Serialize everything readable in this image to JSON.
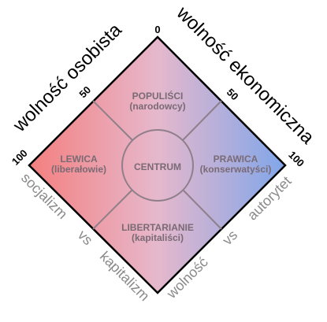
{
  "axes": {
    "personal": "wolność osobista",
    "economic": "wolność ekonomiczna"
  },
  "ticks": {
    "top": "0",
    "left_mid": "50",
    "right_mid": "50",
    "left_end": "100",
    "right_end": "100"
  },
  "regions": {
    "top": {
      "title": "POPULIŚCI",
      "subtitle": "(narodowcy)"
    },
    "left": {
      "title": "LEWICA",
      "subtitle": "(liberałowie)"
    },
    "right": {
      "title": "PRAWICA",
      "subtitle": "(konserwatyści)"
    },
    "bottom": {
      "title": "LIBERTARIANIE",
      "subtitle": "(kapitaliści)"
    },
    "center": {
      "title": "CENTRUM"
    }
  },
  "opposites": {
    "left": {
      "a": "socjalizm",
      "vs": "vs",
      "b": "kapitalizm"
    },
    "right": {
      "a": "wolność",
      "vs": "vs",
      "b": "autorytet"
    }
  },
  "colors": {
    "left": "#f47f7f",
    "middle": "#e6b8cc",
    "right": "#80a6ea",
    "lines": "#8f7f8a",
    "border": "#000000"
  }
}
